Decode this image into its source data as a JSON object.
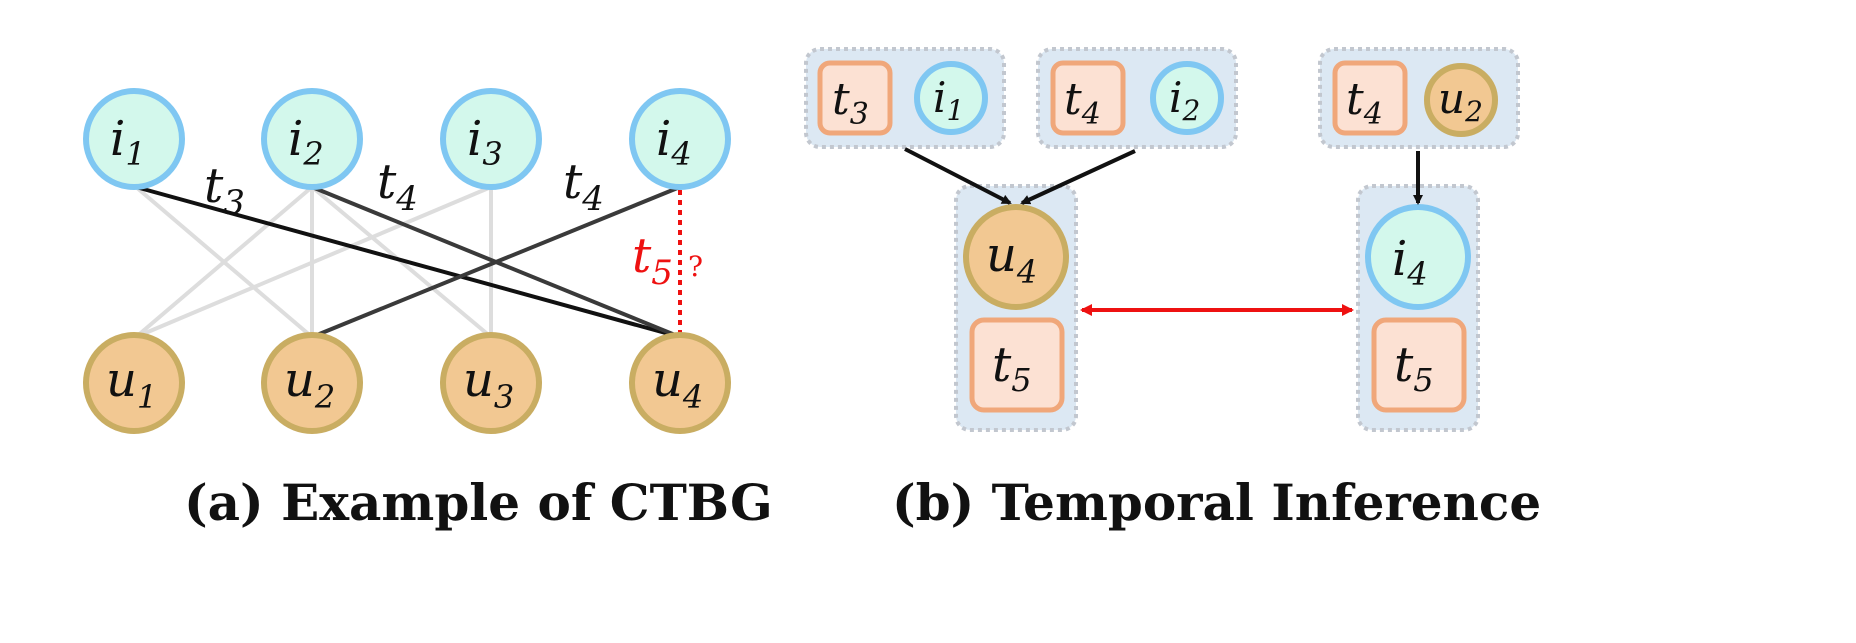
{
  "colors": {
    "item_fill": "#d3f8ec",
    "item_stroke": "#7fc7f2",
    "user_fill": "#f2c892",
    "user_stroke": "#c9ad62",
    "time_fill": "#fce1d3",
    "time_stroke": "#f0a77a",
    "group_fill": "#dce8f3",
    "group_stroke": "#c2c7cf",
    "red": "#ee1111",
    "dark": "#111111",
    "gray_edge": "#dddddd"
  },
  "panel_a": {
    "caption": "(a) Example of CTBG",
    "items": [
      {
        "base": "i",
        "sub": "1"
      },
      {
        "base": "i",
        "sub": "2"
      },
      {
        "base": "i",
        "sub": "3"
      },
      {
        "base": "i",
        "sub": "4"
      }
    ],
    "users": [
      {
        "base": "u",
        "sub": "1"
      },
      {
        "base": "u",
        "sub": "2"
      },
      {
        "base": "u",
        "sub": "3"
      },
      {
        "base": "u",
        "sub": "4"
      }
    ],
    "edge_labels": [
      {
        "base": "t",
        "sub": "3"
      },
      {
        "base": "t",
        "sub": "4"
      },
      {
        "base": "t",
        "sub": "4"
      }
    ],
    "query_label": {
      "base": "t",
      "sub": "5",
      "mark": "?"
    }
  },
  "panel_b": {
    "caption": "(b) Temporal Inference",
    "top_groups": [
      {
        "time": {
          "base": "t",
          "sub": "3"
        },
        "node": {
          "base": "i",
          "sub": "1"
        }
      },
      {
        "time": {
          "base": "t",
          "sub": "4"
        },
        "node": {
          "base": "i",
          "sub": "2"
        }
      },
      {
        "time": {
          "base": "t",
          "sub": "4"
        },
        "node": {
          "base": "u",
          "sub": "2"
        }
      }
    ],
    "left_group": {
      "node": {
        "base": "u",
        "sub": "4"
      },
      "time": {
        "base": "t",
        "sub": "5"
      }
    },
    "right_group": {
      "node": {
        "base": "i",
        "sub": "4"
      },
      "time": {
        "base": "t",
        "sub": "5"
      }
    }
  }
}
